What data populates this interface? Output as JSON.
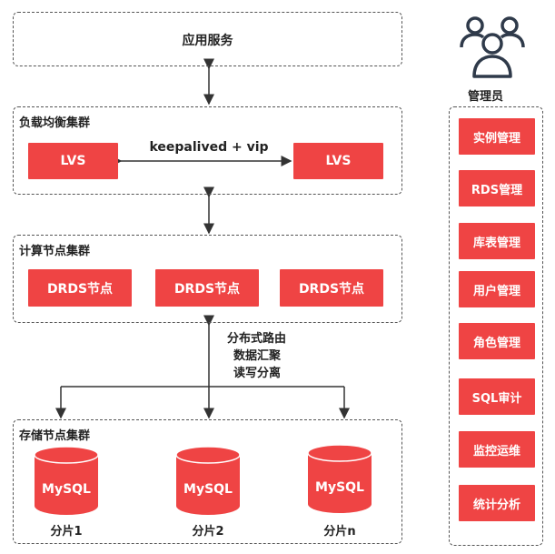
{
  "app_service": {
    "label": "应用服务"
  },
  "lb_cluster": {
    "title": "负载均衡集群",
    "nodes": [
      "LVS",
      "LVS"
    ],
    "link_label": "keepalived + vip"
  },
  "compute_cluster": {
    "title": "计算节点集群",
    "nodes": [
      "DRDS节点",
      "DRDS节点",
      "DRDS节点"
    ]
  },
  "routing": {
    "lines": [
      "分布式路由",
      "数据汇聚",
      "读写分离"
    ]
  },
  "storage_cluster": {
    "title": "存储节点集群",
    "shards": [
      {
        "db": "MySQL",
        "label": "分片1"
      },
      {
        "db": "MySQL",
        "label": "分片2"
      },
      {
        "db": "MySQL",
        "label": "分片n"
      }
    ]
  },
  "admin": {
    "label": "管理员",
    "functions": [
      "实例管理",
      "RDS管理",
      "库表管理",
      "用户管理",
      "角色管理",
      "SQL审计",
      "监控运维",
      "统计分析"
    ]
  },
  "colors": {
    "accent": "#ef4444",
    "stroke": "#555555",
    "icon": "#2f3a4a"
  }
}
